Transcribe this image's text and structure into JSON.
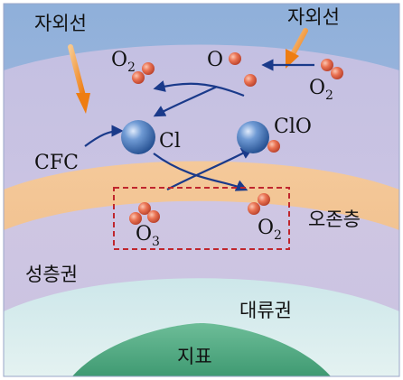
{
  "labels": {
    "uv_left": "자외선",
    "uv_right": "자외선",
    "cfc": "CFC",
    "ozone_layer": "오존층",
    "stratosphere": "성층권",
    "troposphere": "대류권",
    "surface": "지표"
  },
  "molecules": {
    "o2_top": {
      "symbol": "O",
      "subscript": "2"
    },
    "o_top": {
      "symbol": "O"
    },
    "o2_right": {
      "symbol": "O",
      "subscript": "2"
    },
    "cl": {
      "symbol": "Cl"
    },
    "clo": {
      "symbol": "ClO"
    },
    "o3": {
      "symbol": "O",
      "subscript": "3"
    },
    "o2_bottom": {
      "symbol": "O",
      "subscript": "2"
    }
  },
  "colors": {
    "sky_top": "#8fb0da",
    "stratosphere": "#cbc3e1",
    "ozone_band": "#f2c08f",
    "troposphere": "#d7ecef",
    "surface": "#5fb38e",
    "arrow_blue": "#1a3a8a",
    "uv_arrow": "#f08a1e",
    "highlight_box": "#c0262d",
    "oxygen_atom": "#e46a4a",
    "chlorine_atom": "#3e73b8"
  }
}
